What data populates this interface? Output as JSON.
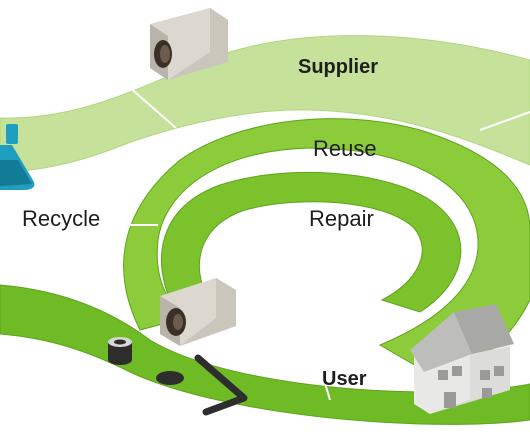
{
  "diagram": {
    "labels": {
      "supplier": "Supplier",
      "reuse": "Reuse",
      "recycle": "Recycle",
      "repair": "Repair",
      "user": "User"
    },
    "colors": {
      "outer_band": "#c6e29a",
      "outer_band_edge": "#b2d680",
      "reuse_loop": "#8ccb3a",
      "repair_loop": "#7cc22c",
      "loop_edge": "#5ea41c",
      "user_band": "#6fbb25",
      "box": "#dcd8cf",
      "box_shade": "#b9b4aa",
      "box_hole": "#3b3027",
      "flask": "#1f9fbf",
      "house_wall": "#e8e8e6",
      "house_roof": "#bdbdbb",
      "text": "#1e1e1e"
    },
    "icons": [
      "bearing-box-icon",
      "flask-icon",
      "bearing-box-icon",
      "ring-icon",
      "washer-icon",
      "hex-key-icon",
      "house-icon"
    ]
  }
}
